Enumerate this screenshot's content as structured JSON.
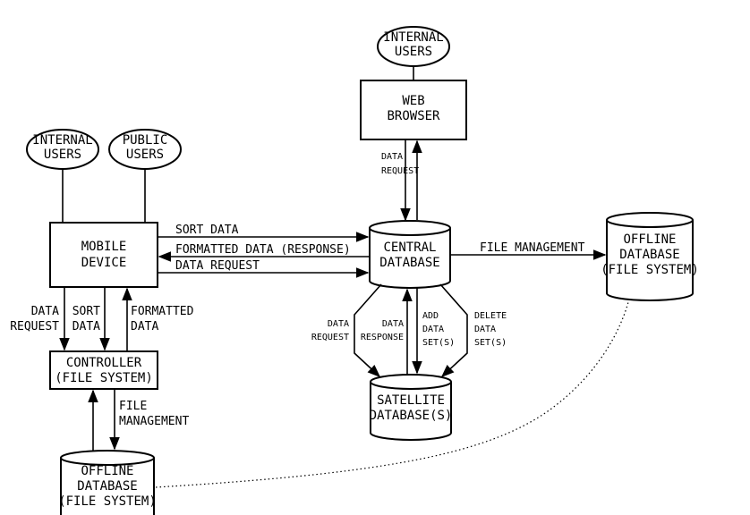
{
  "nodes": {
    "internal_users_top": [
      "INTERNAL",
      "USERS"
    ],
    "web_browser": [
      "WEB",
      "BROWSER"
    ],
    "internal_users_left": [
      "INTERNAL",
      "USERS"
    ],
    "public_users": [
      "PUBLIC",
      "USERS"
    ],
    "mobile_device": [
      "MOBILE",
      "DEVICE"
    ],
    "central_database": [
      "CENTRAL",
      "DATABASE"
    ],
    "offline_database_right": [
      "OFFLINE",
      "DATABASE",
      "(FILE SYSTEM)"
    ],
    "controller": [
      "CONTROLLER",
      "(FILE SYSTEM)"
    ],
    "satellite_database": [
      "SATELLITE",
      "DATABASE(S)"
    ],
    "offline_database_bottom": [
      "OFFLINE",
      "DATABASE",
      "(FILE SYSTEM)"
    ]
  },
  "edges": {
    "browser_data_request": [
      "DATA",
      "REQUEST"
    ],
    "sort_data": [
      "SORT DATA"
    ],
    "formatted_data_response": [
      "FORMATTED DATA (RESPONSE)"
    ],
    "data_request_mobile": [
      "DATA REQUEST"
    ],
    "file_management_right": [
      "FILE MANAGEMENT"
    ],
    "ctrl_data_request": [
      "DATA",
      "REQUEST"
    ],
    "ctrl_sort_data": [
      "SORT",
      "DATA"
    ],
    "ctrl_formatted_data": [
      "FORMATTED",
      "DATA"
    ],
    "sat_data_request": [
      "DATA",
      "REQUEST"
    ],
    "sat_data_response": [
      "DATA",
      "RESPONSE"
    ],
    "sat_add_data_sets": [
      "ADD",
      "DATA",
      "SET(S)"
    ],
    "sat_delete_data_sets": [
      "DELETE",
      "DATA",
      "SET(S)"
    ],
    "file_management_bottom": [
      "FILE",
      "MANAGEMENT"
    ]
  }
}
